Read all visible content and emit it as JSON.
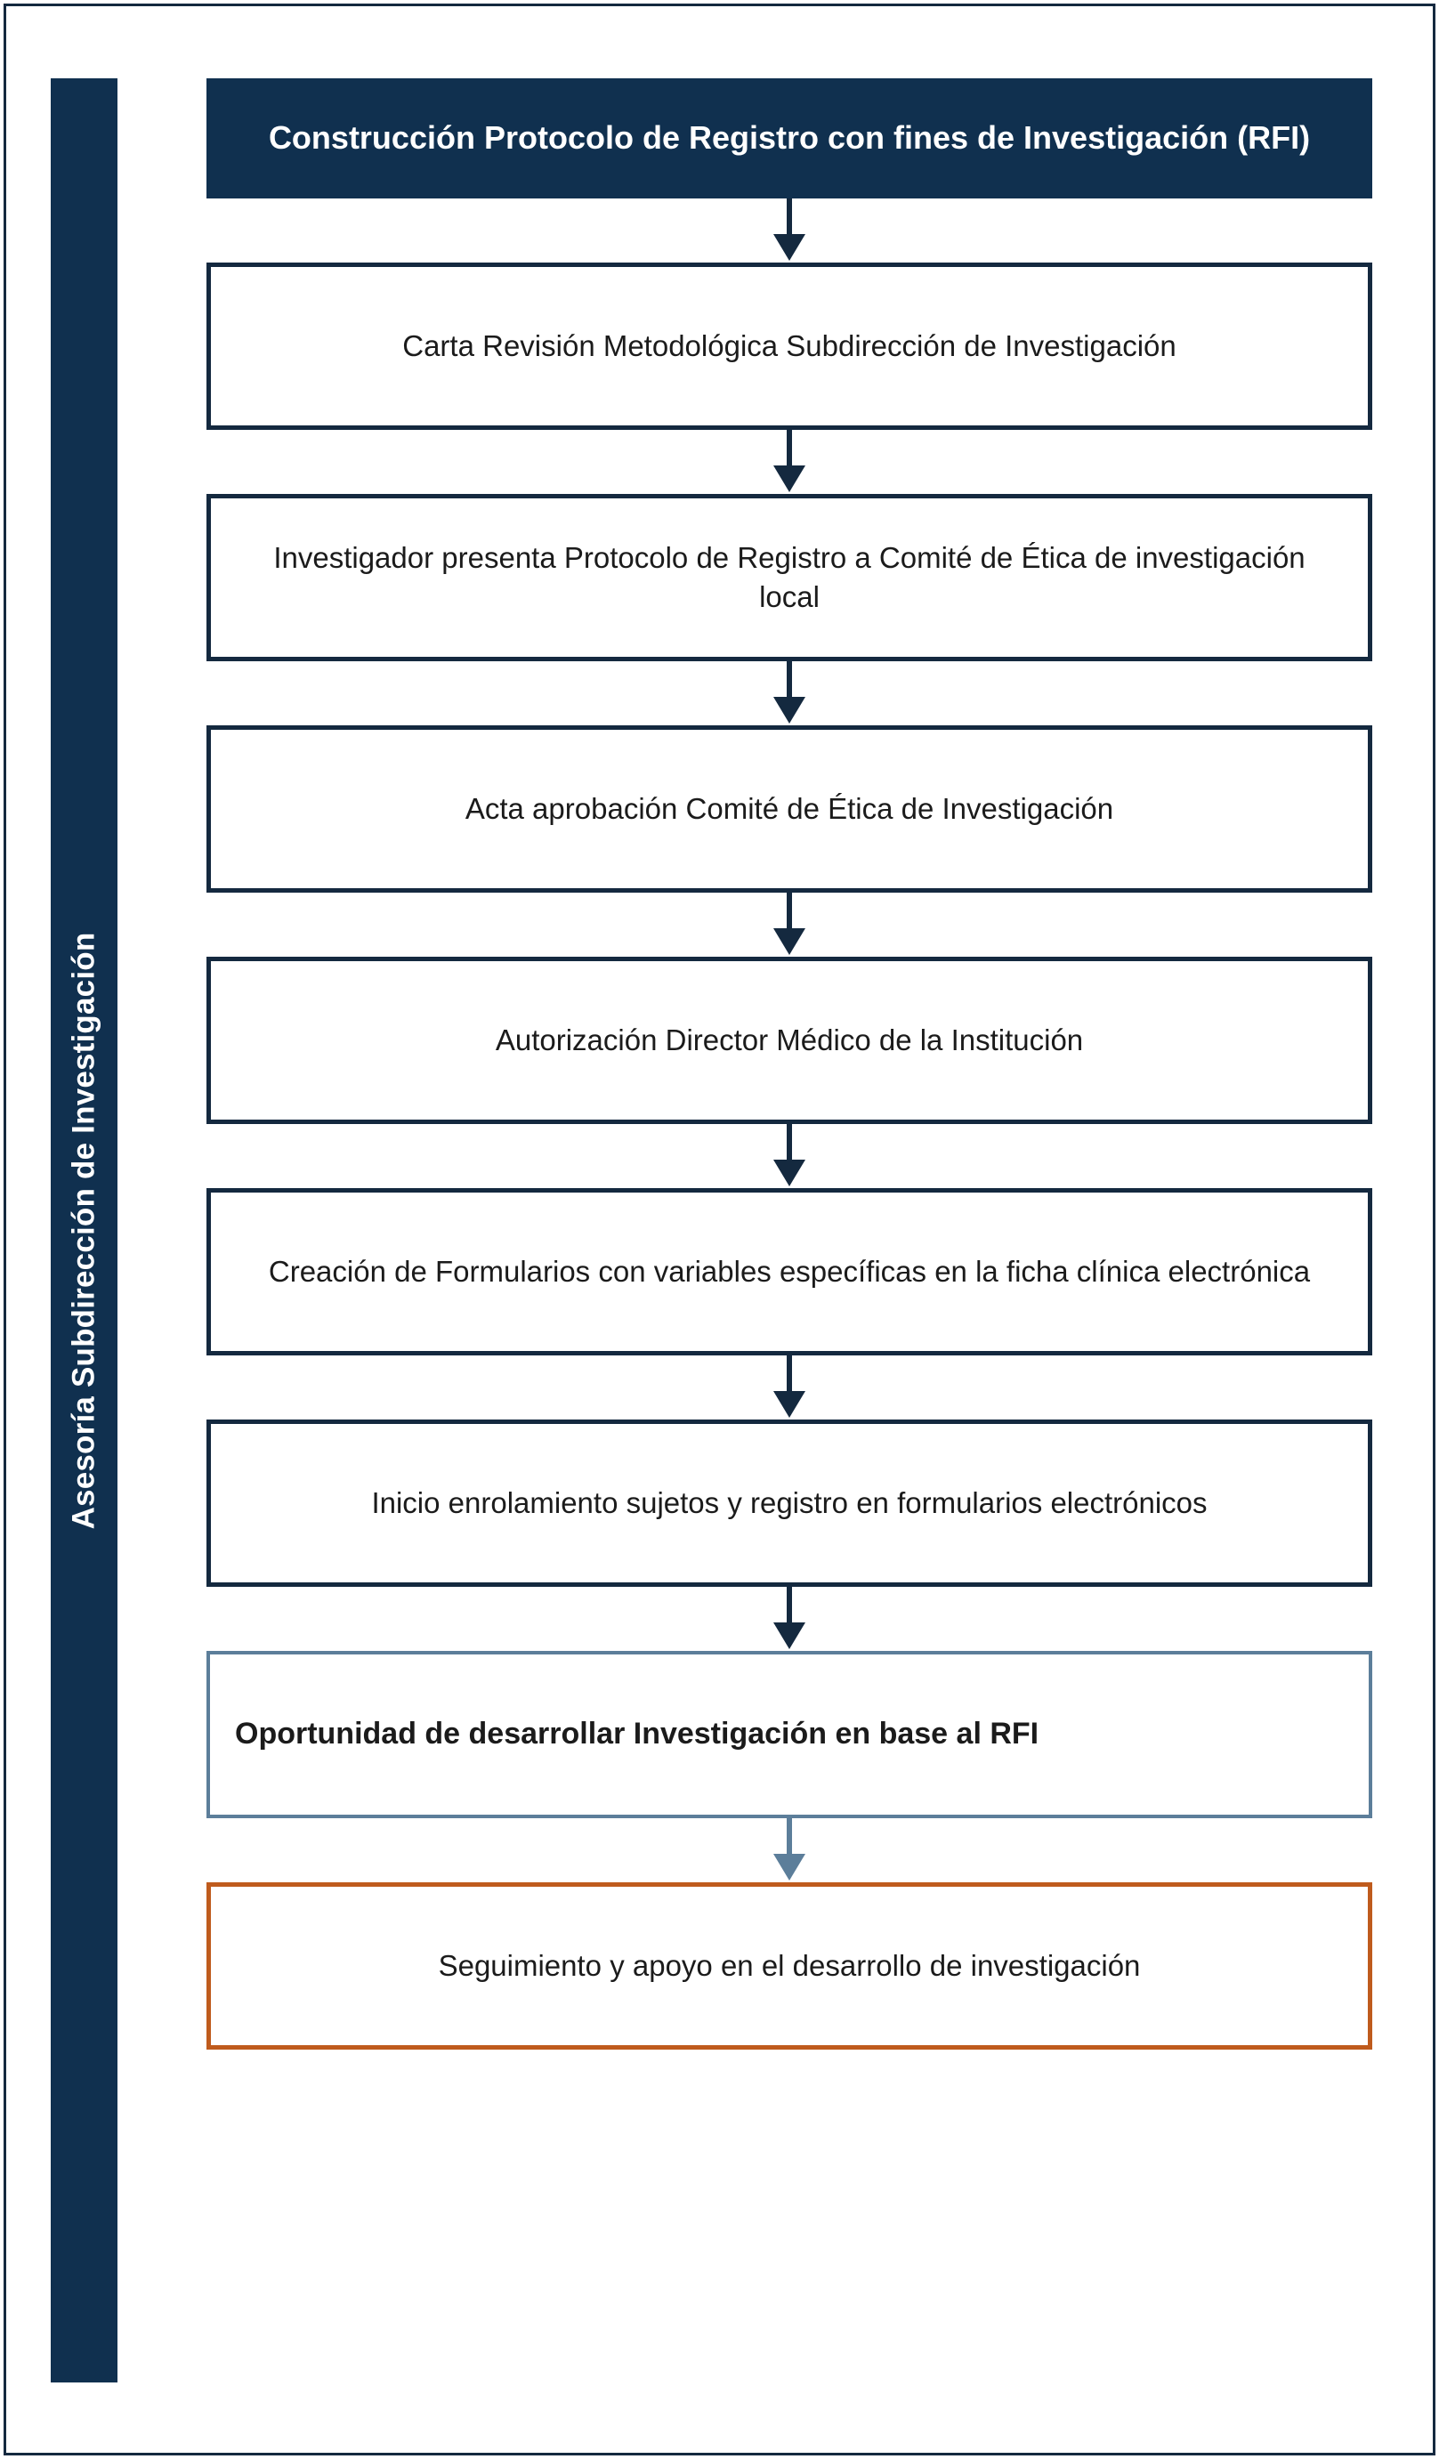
{
  "diagram": {
    "type": "flowchart",
    "orientation": "top-to-bottom",
    "title": "Construcción Protocolo de Registro con fines de Investigación (RFI)",
    "swimlane": {
      "label": "Asesoría Subdirección de Investigación",
      "orientation": "vertical",
      "background_color": "#10304F",
      "text_color": "#FFFFFF"
    },
    "colors": {
      "navy": "#10304F",
      "navy_border": "#14293F",
      "steel_blue": "#5C7E9A",
      "orange": "#BF5B1D",
      "box_fill": "#FFFFFF",
      "text": "#1B1B1B",
      "page_background": "#FFFFFF"
    },
    "nodes": [
      {
        "id": "node-header",
        "name": "header-node",
        "label": "Construcción Protocolo de Registro con fines de Investigación (RFI)",
        "style": "filled-navy",
        "bold": true,
        "text_align": "center"
      },
      {
        "id": "node-1",
        "name": "carta-revision-metodologica",
        "label": "Carta Revisión Metodológica Subdirección de Investigación",
        "style": "outlined-navy",
        "bold": false,
        "text_align": "center"
      },
      {
        "id": "node-2",
        "name": "investigador-presenta-protocolo",
        "label": "Investigador presenta Protocolo de Registro a Comité de Ética de investigación local",
        "style": "outlined-navy",
        "bold": false,
        "text_align": "center"
      },
      {
        "id": "node-3",
        "name": "acta-aprobacion-comite-etica",
        "label": "Acta aprobación Comité de Ética de Investigación",
        "style": "outlined-navy",
        "bold": false,
        "text_align": "center"
      },
      {
        "id": "node-4",
        "name": "autorizacion-director-medico",
        "label": "Autorización Director Médico de la Institución",
        "style": "outlined-navy",
        "bold": false,
        "text_align": "center"
      },
      {
        "id": "node-5",
        "name": "creacion-formularios",
        "label": "Creación de Formularios con variables específicas en la ficha clínica electrónica",
        "style": "outlined-navy",
        "bold": false,
        "text_align": "center"
      },
      {
        "id": "node-6",
        "name": "inicio-enrolamiento-sujetos",
        "label": "Inicio enrolamiento sujetos y registro en formularios electrónicos",
        "style": "outlined-navy",
        "bold": false,
        "text_align": "center"
      },
      {
        "id": "node-7",
        "name": "oportunidad-desarrollar-investigacion",
        "label": "Oportunidad de desarrollar Investigación en base al RFI",
        "style": "outlined-steel-blue",
        "bold": true,
        "text_align": "justify"
      },
      {
        "id": "node-8",
        "name": "seguimiento-y-apoyo",
        "label": "Seguimiento y apoyo en el desarrollo de investigación",
        "style": "outlined-orange",
        "bold": false,
        "text_align": "center"
      }
    ],
    "connectors": [
      {
        "id": "arrow-1",
        "name": "arrow-header-to-node1",
        "from": "node-header",
        "to": "node-1",
        "color": "#14293F",
        "direction": "down"
      },
      {
        "id": "arrow-2",
        "name": "arrow-node1-to-node2",
        "from": "node-1",
        "to": "node-2",
        "color": "#14293F",
        "direction": "down"
      },
      {
        "id": "arrow-3",
        "name": "arrow-node2-to-node3",
        "from": "node-2",
        "to": "node-3",
        "color": "#14293F",
        "direction": "down"
      },
      {
        "id": "arrow-4",
        "name": "arrow-node3-to-node4",
        "from": "node-3",
        "to": "node-4",
        "color": "#14293F",
        "direction": "down"
      },
      {
        "id": "arrow-5",
        "name": "arrow-node4-to-node5",
        "from": "node-4",
        "to": "node-5",
        "color": "#14293F",
        "direction": "down"
      },
      {
        "id": "arrow-6",
        "name": "arrow-node5-to-node6",
        "from": "node-5",
        "to": "node-6",
        "color": "#14293F",
        "direction": "down"
      },
      {
        "id": "arrow-7",
        "name": "arrow-node6-to-node7",
        "from": "node-6",
        "to": "node-7",
        "color": "#14293F",
        "direction": "down"
      },
      {
        "id": "arrow-8",
        "name": "arrow-node7-to-node8",
        "from": "node-7",
        "to": "node-8",
        "color": "#5C7E9A",
        "direction": "down"
      }
    ]
  }
}
